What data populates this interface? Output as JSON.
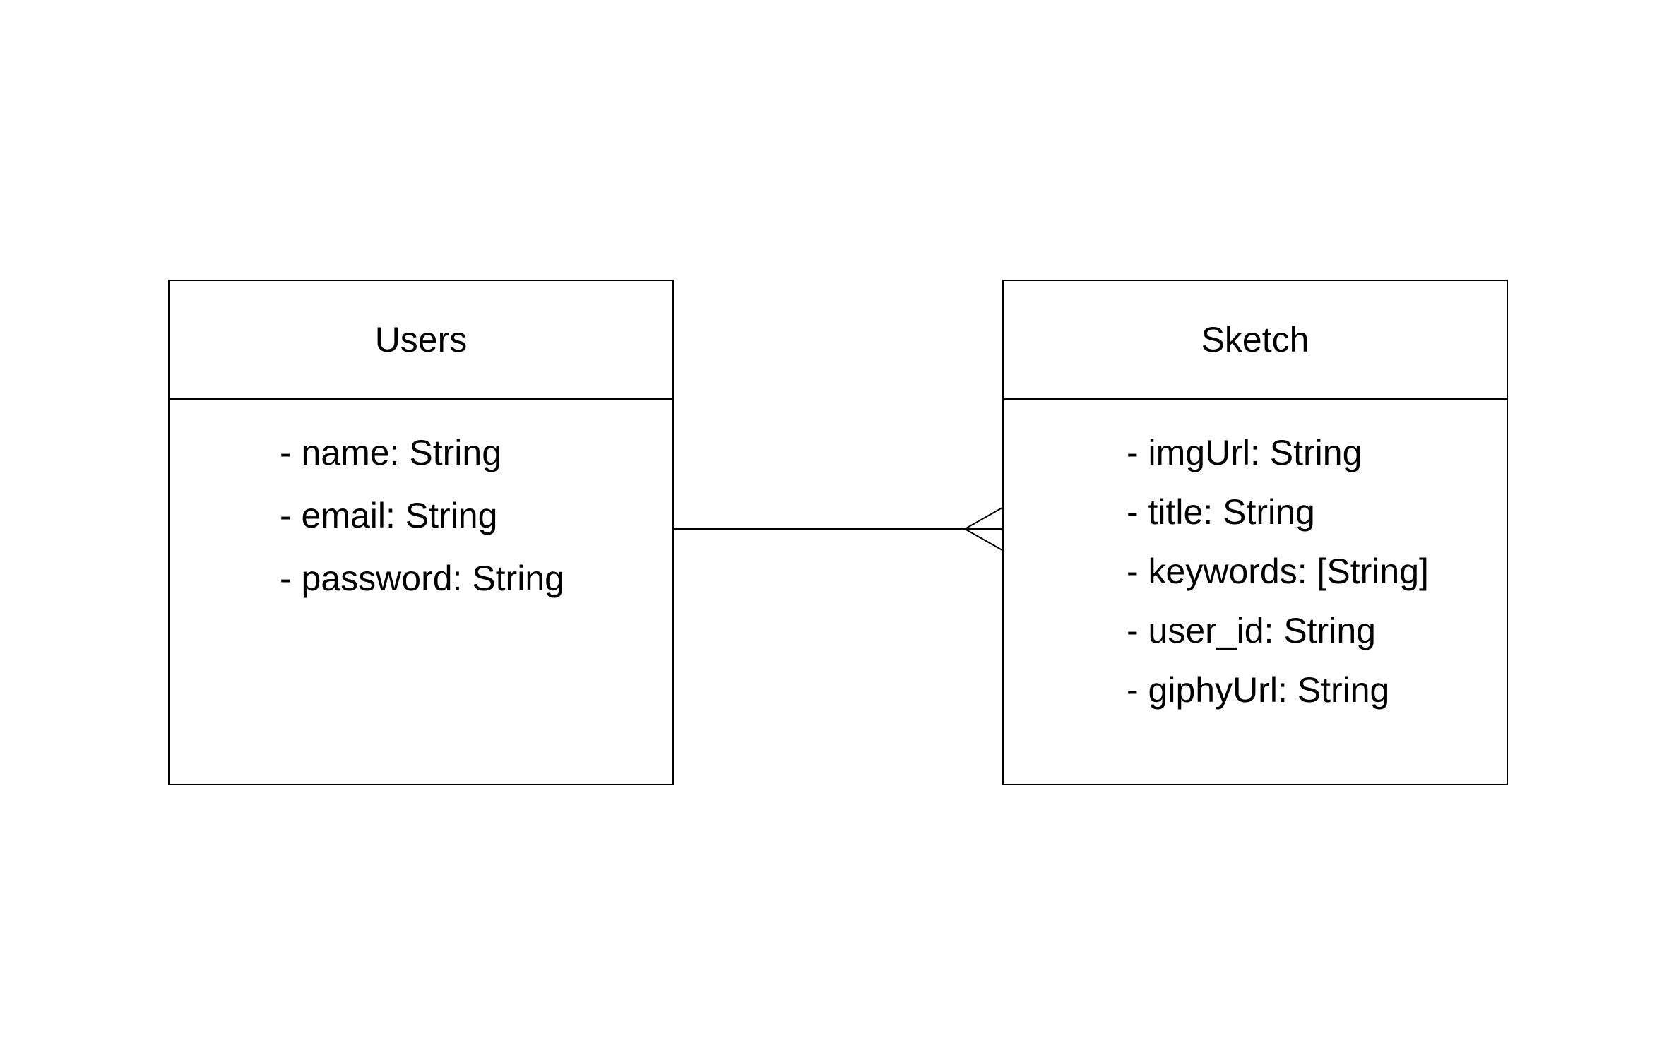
{
  "entities": {
    "users": {
      "title": "Users",
      "attributes": [
        "- name: String",
        "- email: String",
        "- password: String"
      ]
    },
    "sketch": {
      "title": "Sketch",
      "attributes": [
        "- imgUrl: String",
        "- title: String",
        "- keywords: [String]",
        "- user_id: String",
        "- giphyUrl: String"
      ]
    }
  },
  "relationship": {
    "from": "Users",
    "to": "Sketch",
    "from_cardinality": "one",
    "to_cardinality": "many",
    "notation": "crow's foot"
  },
  "colors": {
    "line": "#000000",
    "background": "#ffffff"
  }
}
